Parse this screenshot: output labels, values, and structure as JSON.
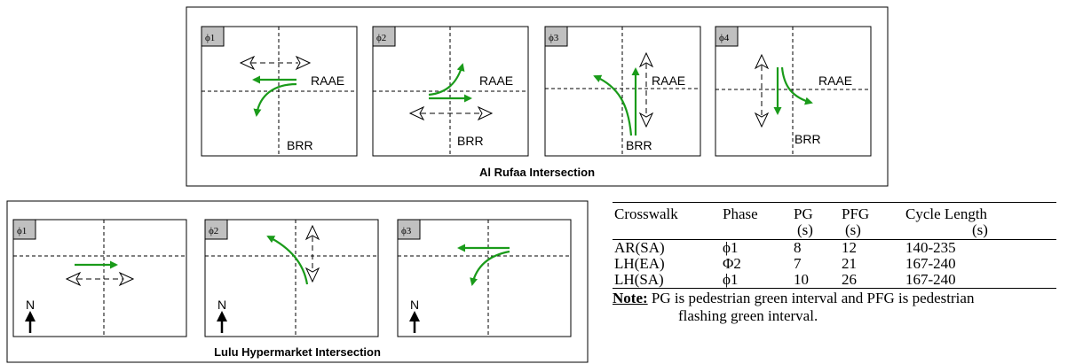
{
  "top_group": {
    "title": "Al Rufaa Intersection",
    "panels": [
      {
        "phase": "ϕ1",
        "east_street": "RAAE",
        "south_street": "BRR"
      },
      {
        "phase": "ϕ2",
        "east_street": "RAAE",
        "south_street": "BRR"
      },
      {
        "phase": "ϕ3",
        "east_street": "RAAE",
        "south_street": "BRR"
      },
      {
        "phase": "ϕ4",
        "east_street": "RAAE",
        "south_street": "BRR"
      }
    ]
  },
  "bottom_group": {
    "title": "Lulu Hypermarket Intersection",
    "north_label": "N",
    "panels": [
      {
        "phase": "ϕ1"
      },
      {
        "phase": "ϕ2"
      },
      {
        "phase": "ϕ3"
      }
    ]
  },
  "table": {
    "headers": [
      "Crosswalk",
      "Phase",
      "PG",
      "PFG",
      "Cycle Length"
    ],
    "units": [
      "",
      "",
      "(s)",
      "(s)",
      "(s)"
    ],
    "rows": [
      [
        "AR(SA)",
        "ϕ1",
        "8",
        "12",
        "140-235"
      ],
      [
        "LH(EA)",
        "Φ2",
        "7",
        "21",
        "167-240"
      ],
      [
        "LH(SA)",
        "ϕ1",
        "10",
        "26",
        "167-240"
      ]
    ],
    "note_label": "Note:",
    "note_line1": " PG is pedestrian green interval and PFG is pedestrian",
    "note_line2": "flashing green interval."
  },
  "colors": {
    "vehicle_arrow": "#1a9b1a",
    "phase_tag": "#c0c0c0",
    "ped_arrow": "#000000"
  }
}
